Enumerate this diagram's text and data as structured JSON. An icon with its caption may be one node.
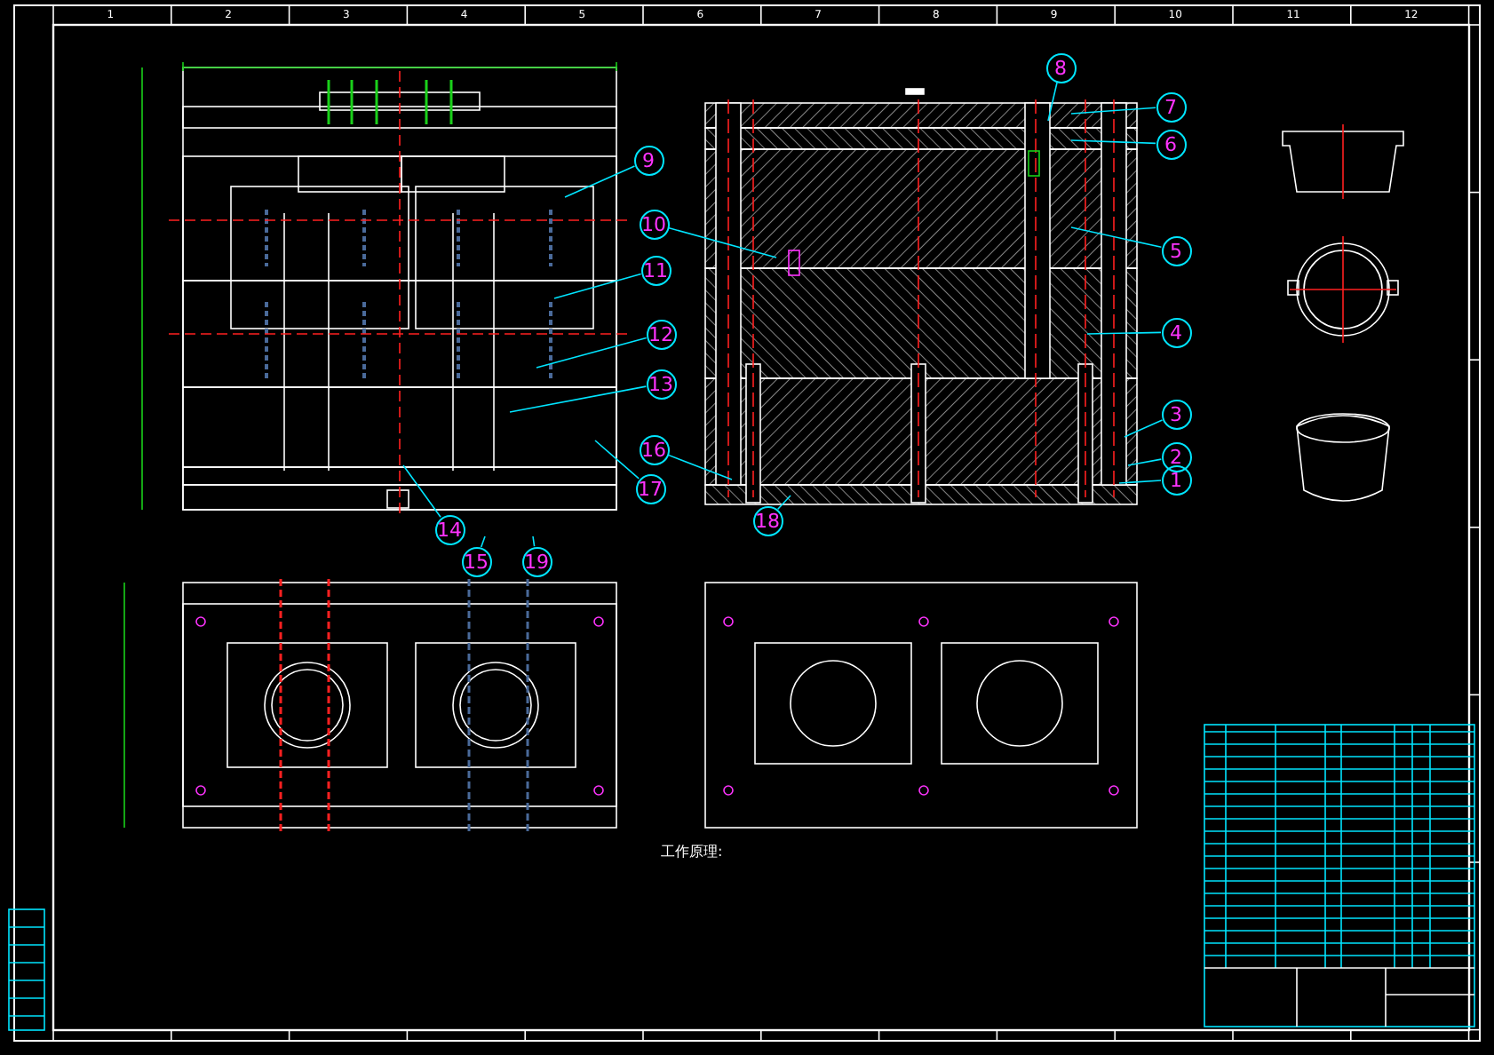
{
  "diagram": {
    "nodes": [
      {
        "text": [
          "1"
        ]
      },
      {
        "text": [
          "2"
        ]
      },
      {
        "text": [
          "3"
        ]
      },
      {
        "text": [
          "4"
        ]
      },
      {
        "text": [
          "5"
        ]
      },
      {
        "text": [
          "6"
        ]
      },
      {
        "text": [
          "7"
        ]
      },
      {
        "text": [
          "8"
        ]
      },
      {
        "text": [
          "9"
        ]
      },
      {
        "text": [
          "10"
        ]
      },
      {
        "text": [
          "11"
        ]
      },
      {
        "text": [
          "12"
        ]
      },
      {
        "text": [
          "13"
        ]
      },
      {
        "text": [
          "14"
        ]
      },
      {
        "text": [
          "15"
        ]
      },
      {
        "text": [
          "16"
        ]
      },
      {
        "text": [
          "17"
        ]
      },
      {
        "text": [
          "18"
        ]
      },
      {
        "text": [
          "19"
        ]
      }
    ],
    "edges": [
      {
        "from": 0,
        "to": null,
        "arrow": "none"
      },
      {
        "from": 1,
        "to": null,
        "arrow": "none"
      },
      {
        "from": 2,
        "to": null,
        "arrow": "none"
      },
      {
        "from": 3,
        "to": null,
        "arrow": "none"
      },
      {
        "from": 4,
        "to": null,
        "arrow": "none"
      },
      {
        "from": 5,
        "to": null,
        "arrow": "none"
      },
      {
        "from": 6,
        "to": null,
        "arrow": "none"
      },
      {
        "from": 7,
        "to": null,
        "arrow": "none"
      },
      {
        "from": 8,
        "to": null,
        "arrow": "none"
      },
      {
        "from": 9,
        "to": null,
        "arrow": "none"
      },
      {
        "from": 10,
        "to": null,
        "arrow": "none"
      },
      {
        "from": 11,
        "to": null,
        "arrow": "none"
      },
      {
        "from": 12,
        "to": null,
        "arrow": "none"
      },
      {
        "from": 13,
        "to": null,
        "arrow": "none"
      },
      {
        "from": 14,
        "to": null,
        "arrow": "none"
      },
      {
        "from": 15,
        "to": null,
        "arrow": "none"
      },
      {
        "from": 16,
        "to": null,
        "arrow": "none"
      },
      {
        "from": 17,
        "to": null,
        "arrow": "none"
      },
      {
        "from": 18,
        "to": null,
        "arrow": "none"
      }
    ],
    "labels": [
      "1",
      "2",
      "3",
      "4",
      "5",
      "6",
      "7",
      "8",
      "9",
      "10",
      "11",
      "12",
      "工作原理:"
    ]
  }
}
